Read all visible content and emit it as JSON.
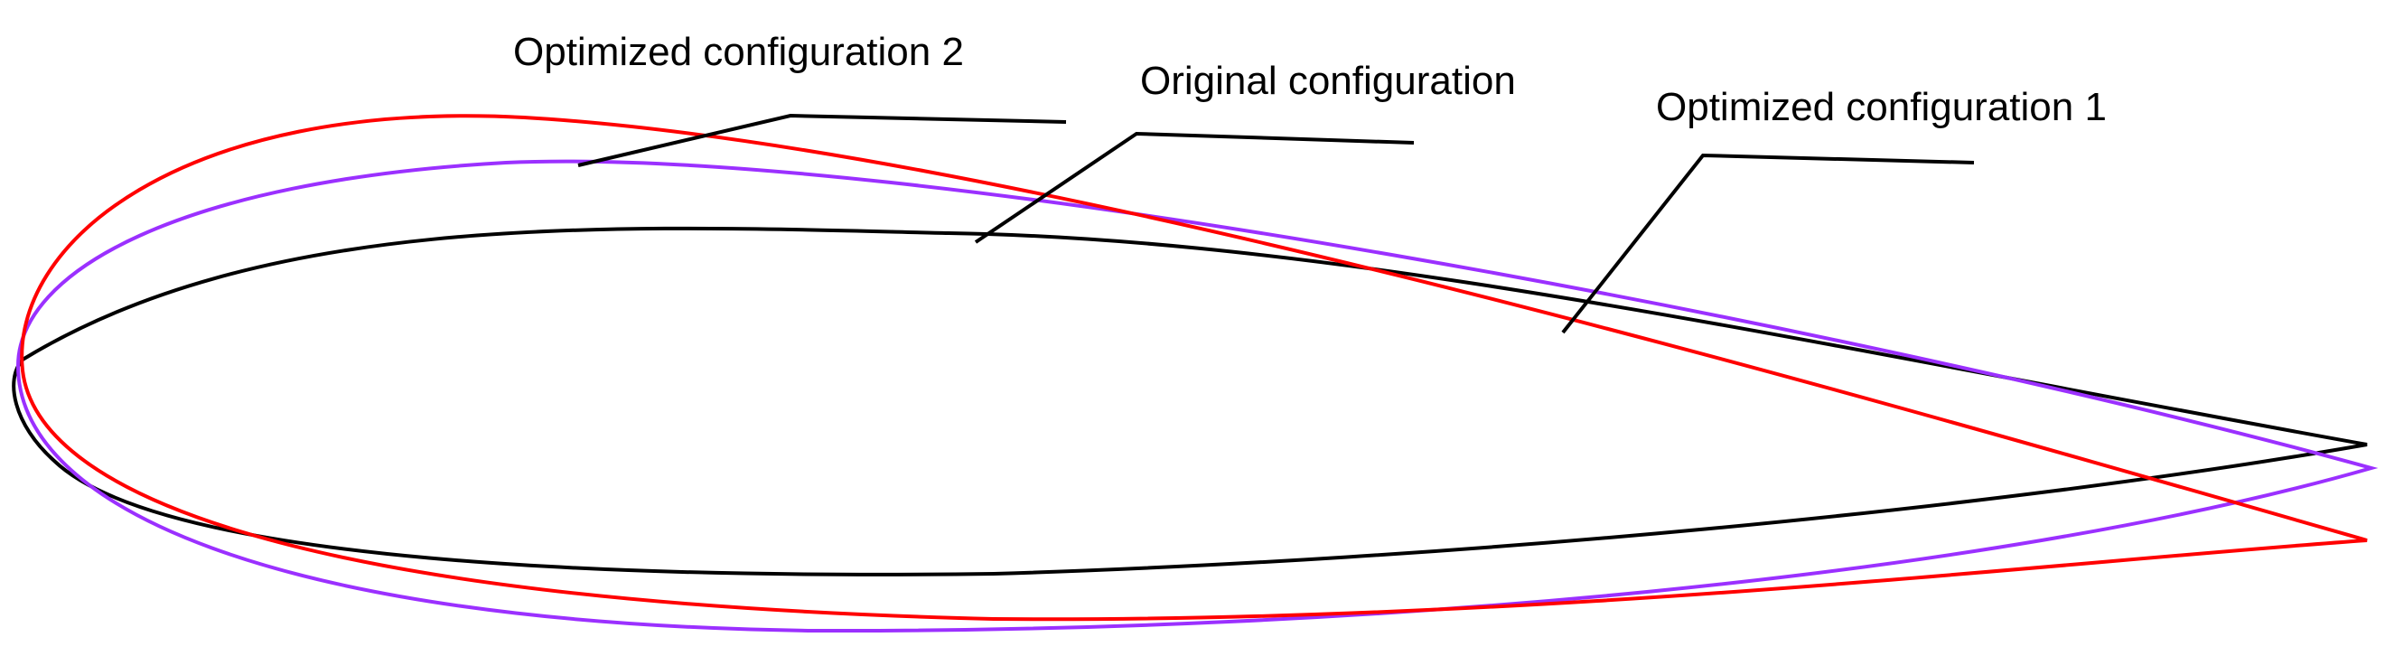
{
  "labels": {
    "optimized_2": "Optimized configuration 2",
    "original": "Original configuration",
    "optimized_1": "Optimized configuration 1"
  },
  "colors": {
    "original": "#000000",
    "optimized_1": "#ff0000",
    "optimized_2": "#9b30ff",
    "leader": "#000000",
    "background": "#ffffff"
  }
}
